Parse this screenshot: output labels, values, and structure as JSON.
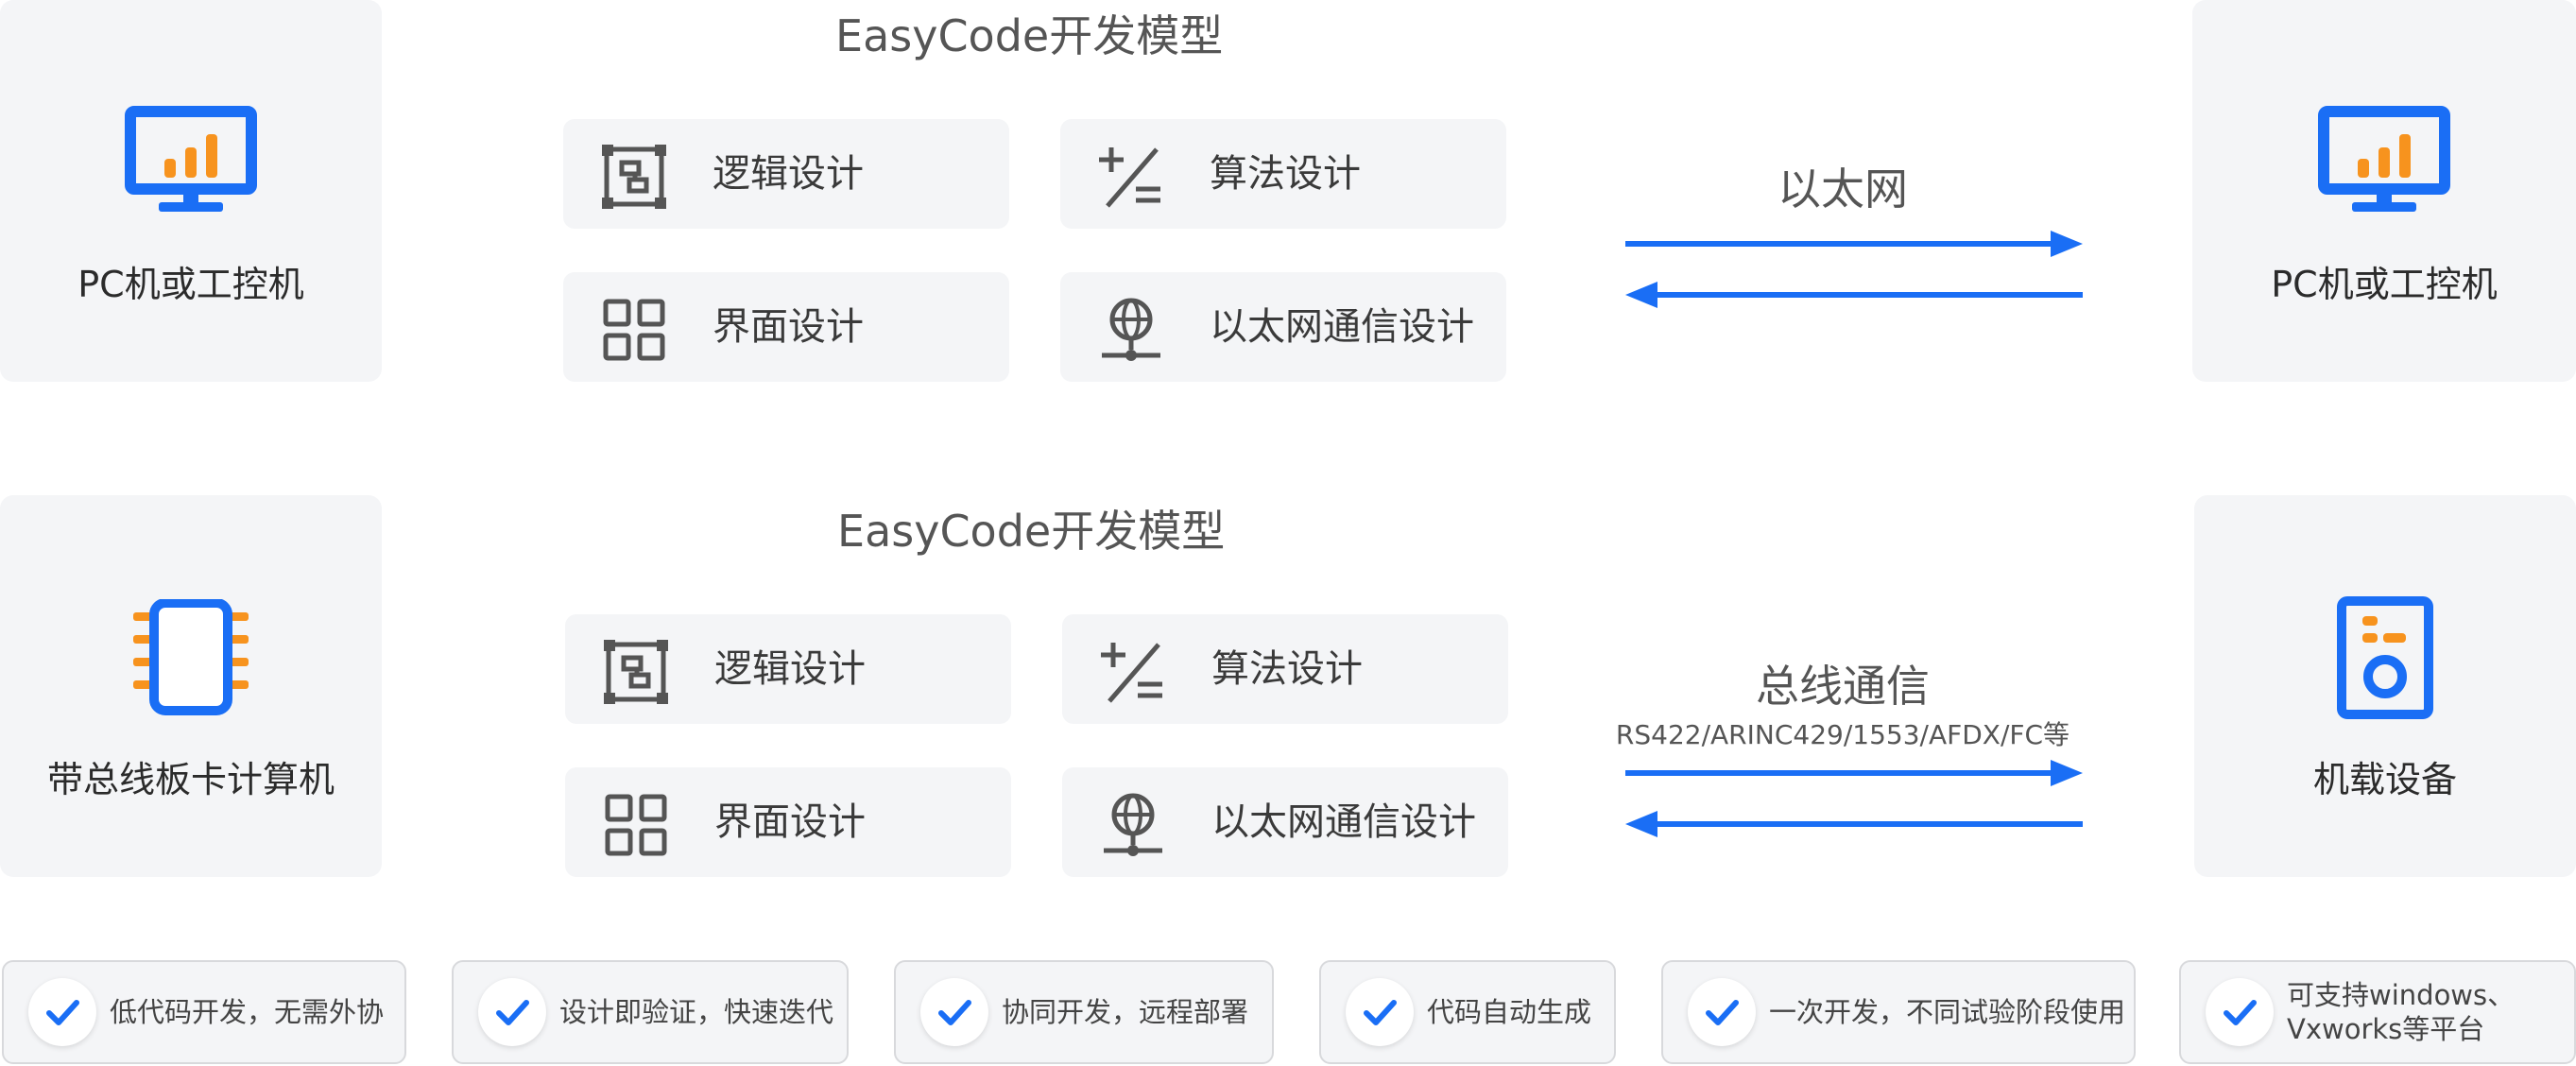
{
  "rows": [
    {
      "model_title": "EasyCode开发模型",
      "left_device": {
        "label": "PC机或工控机",
        "icon": "monitor-chart-icon"
      },
      "right_device": {
        "label": "PC机或工控机",
        "icon": "monitor-chart-icon"
      },
      "link": {
        "title": "以太网",
        "subtitle": ""
      },
      "cards": [
        {
          "label": "逻辑设计",
          "icon": "logic-design-icon"
        },
        {
          "label": "算法设计",
          "icon": "algorithm-design-icon"
        },
        {
          "label": "界面设计",
          "icon": "interface-design-icon"
        },
        {
          "label": "以太网通信设计",
          "icon": "ethernet-design-icon"
        }
      ]
    },
    {
      "model_title": "EasyCode开发模型",
      "left_device": {
        "label": "带总线板卡计算机",
        "icon": "chip-board-icon"
      },
      "right_device": {
        "label": "机载设备",
        "icon": "airborne-device-icon"
      },
      "link": {
        "title": "总线通信",
        "subtitle": "RS422/ARINC429/1553/AFDX/FC等"
      },
      "cards": [
        {
          "label": "逻辑设计",
          "icon": "logic-design-icon"
        },
        {
          "label": "算法设计",
          "icon": "algorithm-design-icon"
        },
        {
          "label": "界面设计",
          "icon": "interface-design-icon"
        },
        {
          "label": "以太网通信设计",
          "icon": "ethernet-design-icon"
        }
      ]
    }
  ],
  "features": [
    {
      "label": "低代码开发，无需外协"
    },
    {
      "label": "设计即验证，快速迭代"
    },
    {
      "label": "协同开发，远程部署"
    },
    {
      "label": "代码自动生成"
    },
    {
      "label": "一次开发，不同试验阶段使用"
    },
    {
      "label_line1": "可支持windows、",
      "label_line2": "Vxworks等平台"
    }
  ],
  "colors": {
    "primary": "#1a6ef5",
    "accent": "#f7931e",
    "card_bg": "#f4f5f7",
    "icon_gray": "#555555"
  }
}
